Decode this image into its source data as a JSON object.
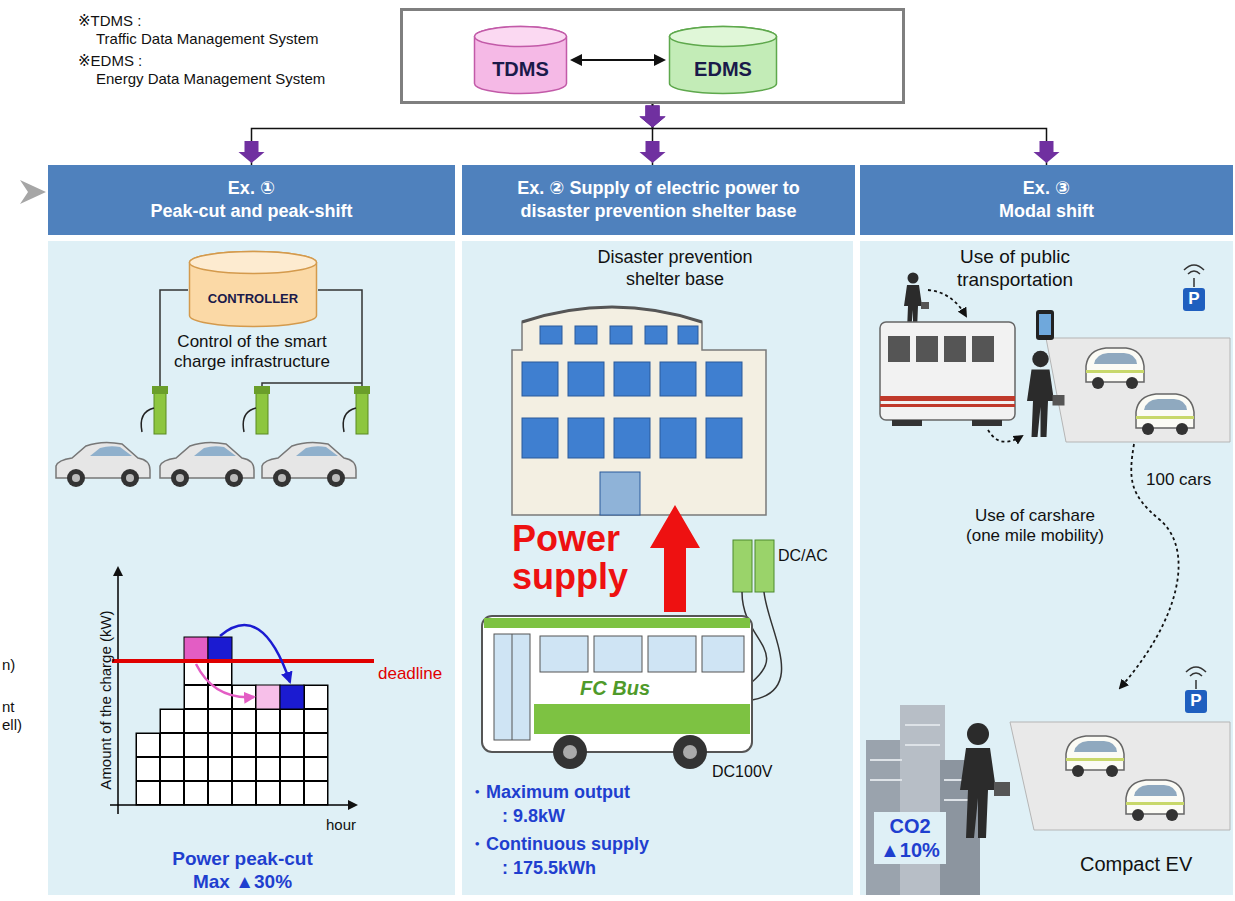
{
  "diagram": {
    "nodes": [
      {
        "text": []
      },
      {
        "text": [
          "TDMS"
        ],
        "in": 0
      },
      {
        "text": [
          "EDMS"
        ],
        "in": 0
      },
      {
        "text": [
          "Ex. ①",
          "Peak-cut and peak-shift"
        ]
      },
      {
        "text": [
          "Ex. ② Supply of electric power to disaster prevention shelter base"
        ]
      },
      {
        "text": [
          "Ex. ③",
          "Modal shift"
        ]
      },
      {
        "text": [
          "CONTROLLER"
        ]
      },
      {
        "text": [
          "P"
        ]
      },
      {
        "text": [
          "P"
        ]
      }
    ],
    "edges": [
      {
        "from": 1,
        "to": 2,
        "arrow": "both"
      },
      {
        "from": 0,
        "to": 3,
        "arrow": "to"
      },
      {
        "from": 0,
        "to": 4,
        "arrow": "to"
      },
      {
        "from": 0,
        "to": 5,
        "arrow": "to"
      }
    ],
    "labels": [
      "※TDMS :",
      "Traffic Data Management System",
      "※EDMS :",
      "Energy Data Management System",
      "Control of the smart charge infrastructure",
      "deadline",
      "Amount of the charge (kW)",
      "hour",
      "Power peak-cut Max ▲30%",
      "Disaster prevention shelter base",
      "Power supply",
      "DC/AC",
      "FC Bus",
      "DC100V",
      "・Maximum output",
      ": 9.8kW",
      "・Continuous supply",
      ": 175.5kWh",
      "Use of public transportation",
      "100 cars",
      "Use of carshare (one mile mobility)",
      "CO2 ▲10%",
      "Compact EV",
      "n)",
      "nt",
      "ell)"
    ]
  }
}
